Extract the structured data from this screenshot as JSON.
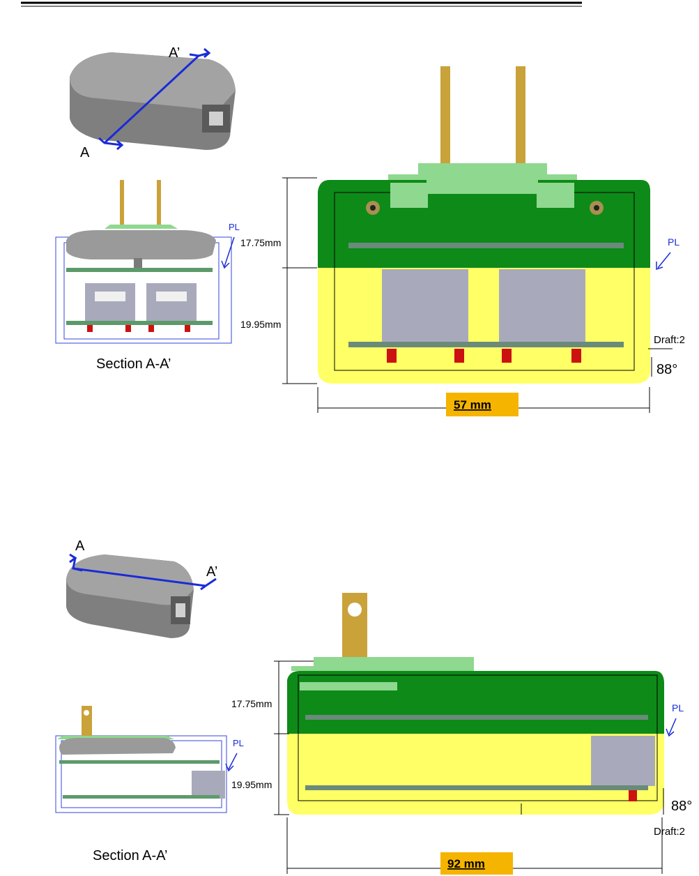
{
  "colors": {
    "green": "#0d8a18",
    "yellow": "#ffff66",
    "lightgreen": "#8fd88f",
    "prong": "#c9a23a",
    "connector": "#a8aabb",
    "housing": "#8a8a8a",
    "outline_blue": "#3344dd",
    "highlight": "#f5b400",
    "pin_red": "#cc1111"
  },
  "top": {
    "label_a": "A",
    "label_a_prime": "A’",
    "section_caption": "Section A-A’",
    "pl_small": "PL",
    "dim_upper": "17.75mm",
    "dim_lower": "19.95mm",
    "pl_large": "PL",
    "draft": "Draft:2",
    "angle": "88°",
    "width": "57 mm"
  },
  "bottom": {
    "label_a": "A",
    "label_a_prime": "A’",
    "section_caption": "Section A-A’",
    "pl_small": "PL",
    "dim_upper": "17.75mm",
    "dim_lower": "19.95mm",
    "pl_large": "PL",
    "draft": "Draft:2",
    "angle": "88°",
    "width": "92 mm"
  }
}
